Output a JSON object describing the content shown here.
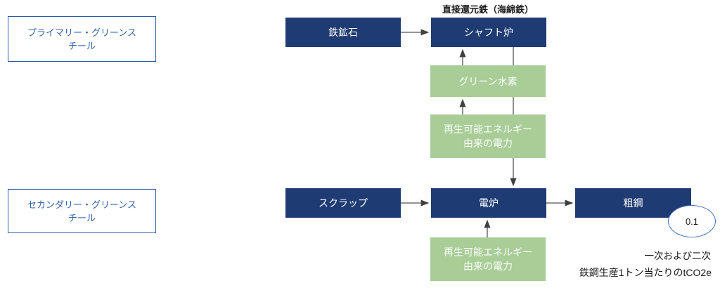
{
  "diagram": {
    "title_note": "直接還元鉄（海綿鉄）",
    "categories": {
      "primary": "プライマリー・グリーンス\nチール",
      "secondary": "セカンダリー・グリーンス\nチール"
    },
    "nodes": {
      "iron_ore": "鉄鉱石",
      "shaft_furnace": "シャフト炉",
      "green_hydrogen": "グリーン水素",
      "renewable_power": "再生可能エネルギー\n由来の電力",
      "scrap": "スクラップ",
      "electric_furnace": "電炉",
      "crude_steel": "粗鋼"
    },
    "edges": [
      {
        "from": "鉄鉱石",
        "to": "シャフト炉"
      },
      {
        "from": "グリーン水素",
        "to": "シャフト炉"
      },
      {
        "from": "再生可能エネルギー由来の電力",
        "to": "グリーン水素"
      },
      {
        "from": "シャフト炉",
        "to": "電炉"
      },
      {
        "from": "スクラップ",
        "to": "電炉"
      },
      {
        "from": "再生可能エネルギー由来の電力",
        "to": "電炉"
      },
      {
        "from": "電炉",
        "to": "粗鋼"
      }
    ],
    "annotation": {
      "value": "0.1",
      "scope": "一次および二次",
      "unit": "鉄鋼生産1トン当たりのtCO2e"
    },
    "colors": {
      "navy": "#1F3B73",
      "green": "#A8CD97",
      "label_blue": "#2E5BA8",
      "badge_border": "#4472C4",
      "arrow": "#555555"
    }
  }
}
